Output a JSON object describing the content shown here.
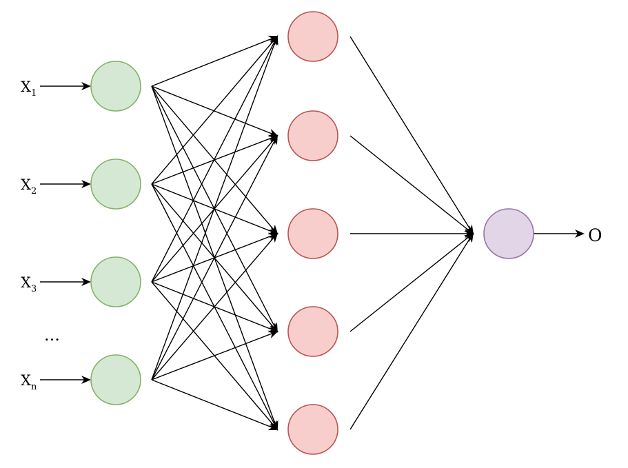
{
  "inputs": [
    {
      "main": "X",
      "sub": "1"
    },
    {
      "main": "X",
      "sub": "2"
    },
    {
      "main": "X",
      "sub": "3"
    },
    {
      "main": "X",
      "sub": "n"
    }
  ],
  "ellipsis": "...",
  "hidden_node_count": 5,
  "output_label": "O",
  "colors": {
    "input_fill": "#d5e8d4",
    "input_stroke": "#82b366",
    "hidden_fill": "#f8cecc",
    "hidden_stroke": "#b85450",
    "output_fill": "#e1d5e7",
    "output_stroke": "#9673a6",
    "edge": "#000000"
  }
}
